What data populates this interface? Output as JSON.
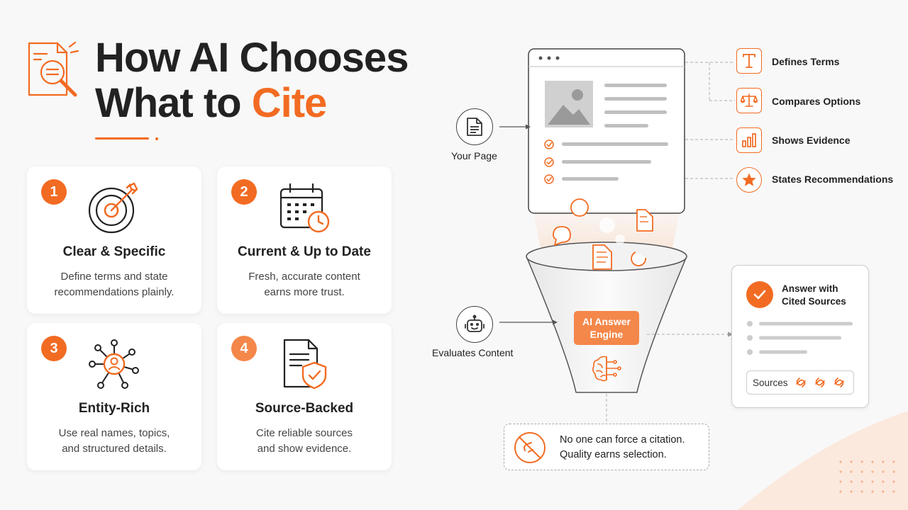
{
  "title": {
    "line1": "How AI Chooses",
    "line2_prefix": "What to ",
    "line2_accent": "Cite"
  },
  "cards": [
    {
      "number": "1",
      "title": "Clear & Specific",
      "desc_line1": "Define terms and state",
      "desc_line2": "recommendations plainly.",
      "icon": "target-icon"
    },
    {
      "number": "2",
      "title": "Current & Up to Date",
      "desc_line1": "Fresh, accurate content",
      "desc_line2": "earns more trust.",
      "icon": "calendar-clock-icon"
    },
    {
      "number": "3",
      "title": "Entity-Rich",
      "desc_line1": "Use real names, topics,",
      "desc_line2": "and structured details.",
      "icon": "network-person-icon"
    },
    {
      "number": "4",
      "title": "Source-Backed",
      "desc_line1": "Cite reliable sources",
      "desc_line2": "and show evidence.",
      "icon": "document-shield-icon"
    }
  ],
  "diagram": {
    "your_page_label": "Your Page",
    "evaluates_label": "Evaluates Content",
    "engine_label_line1": "AI Answer",
    "engine_label_line2": "Engine",
    "features": [
      {
        "label": "Defines Terms",
        "icon": "text-t-icon"
      },
      {
        "label": "Compares Options",
        "icon": "scales-icon"
      },
      {
        "label": "Shows Evidence",
        "icon": "bar-chart-icon"
      },
      {
        "label": "States Recommendations",
        "icon": "star-icon"
      }
    ],
    "answer": {
      "title_line1": "Answer with",
      "title_line2": "Cited Sources",
      "sources_label": "Sources"
    },
    "note": {
      "line1": "No one can force a citation.",
      "line2": "Quality earns selection."
    }
  },
  "colors": {
    "accent": "#f26b22",
    "text": "#222222",
    "background": "#f8f8f8"
  }
}
